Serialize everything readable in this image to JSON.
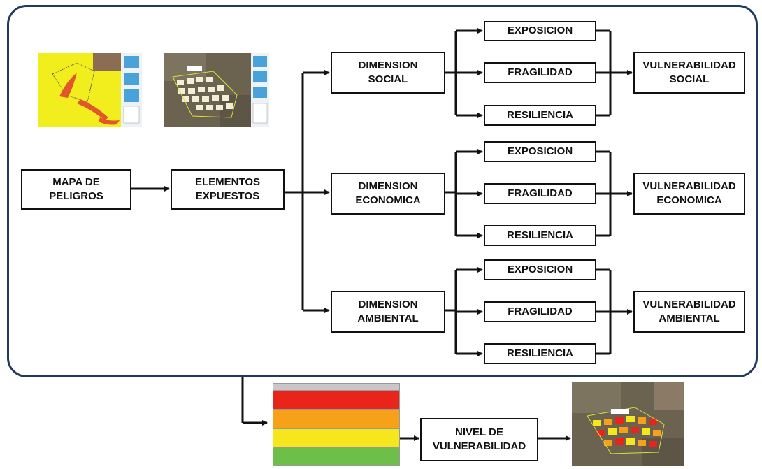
{
  "hazard_map": "MAPA DE\nPELIGROS",
  "exposed_elements": "ELEMENTOS\nEXPUESTOS",
  "dimensions": [
    {
      "label": "DIMENSION\nSOCIAL",
      "result": "VULNERABILIDAD\nSOCIAL"
    },
    {
      "label": "DIMENSION\nECONOMICA",
      "result": "VULNERABILIDAD\nECONOMICA"
    },
    {
      "label": "DIMENSION\nAMBIENTAL",
      "result": "VULNERABILIDAD\nAMBIENTAL"
    }
  ],
  "factors": [
    "EXPOSICION",
    "FRAGILIDAD",
    "RESILIENCIA"
  ],
  "vulnerability_level": "NIVEL DE\nVULNERABILIDAD",
  "colors": {
    "frame": "#1f3a5f",
    "line": "#111111",
    "very_high": "#e8241b",
    "high": "#f7a11a",
    "medium": "#f6e61c",
    "low": "#6cc04a"
  }
}
